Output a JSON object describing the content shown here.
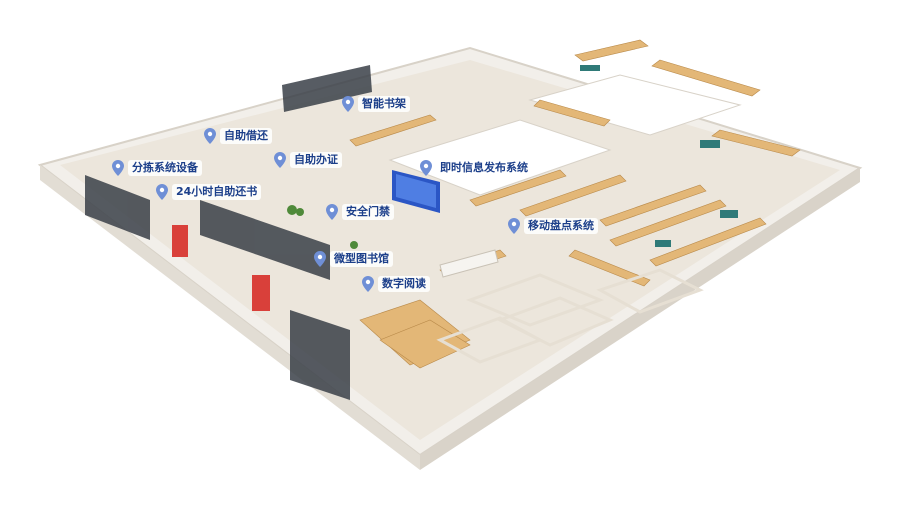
{
  "floorplan": {
    "labels": [
      {
        "id": "smart-shelf",
        "text": "智能书架"
      },
      {
        "id": "self-borrow",
        "text": "自助借还"
      },
      {
        "id": "sorting",
        "text": "分拣系统设备"
      },
      {
        "id": "self-card",
        "text": "自助办证"
      },
      {
        "id": "return-24h",
        "text": "24小时自助还书"
      },
      {
        "id": "info-release",
        "text": "即时信息发布系统"
      },
      {
        "id": "security-gate",
        "text": "安全门禁"
      },
      {
        "id": "inventory",
        "text": "移动盘点系统"
      },
      {
        "id": "micro-library",
        "text": "微型图书馆"
      },
      {
        "id": "digital-reading",
        "text": "数字阅读"
      }
    ],
    "colors": {
      "marker": "#6f8fd6",
      "label_text": "#1c3f8a",
      "floor": "#ece6dc",
      "wall": "#f6f4f0",
      "shelf_wood": "#e3b777",
      "screen": "#2b56c5",
      "kiosk_red": "#d9403a",
      "glass": "#3a4048"
    }
  }
}
